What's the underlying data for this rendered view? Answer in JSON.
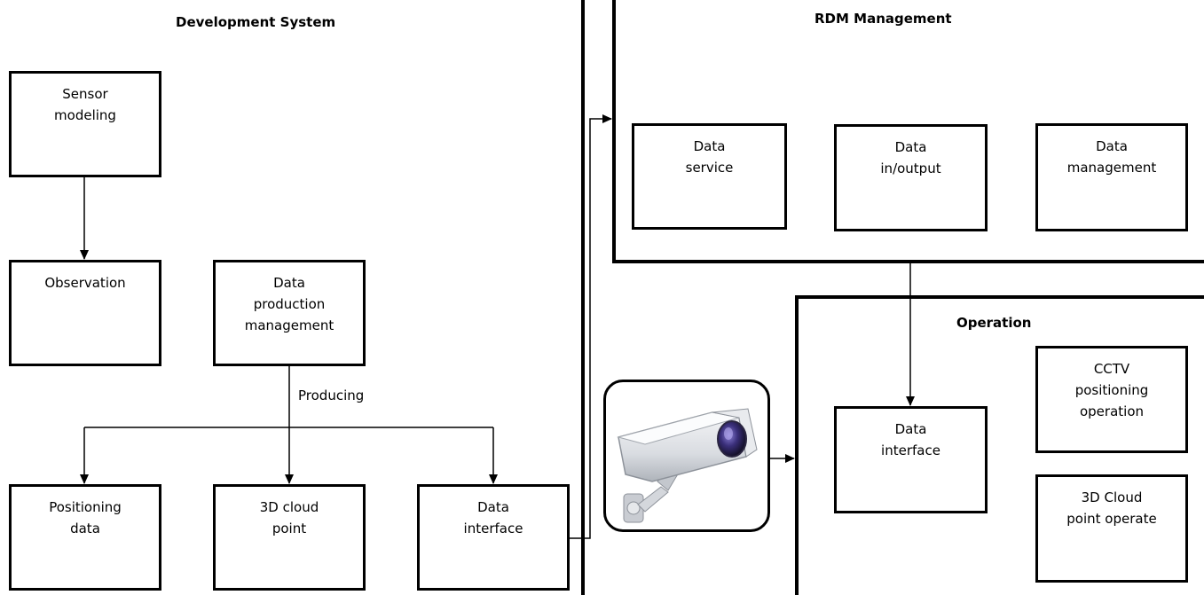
{
  "development": {
    "title": "Development System",
    "sensor_modeling": [
      "Sensor",
      "modeling"
    ],
    "observation": [
      "Observation"
    ],
    "data_production": [
      "Data",
      "production",
      "management"
    ],
    "producing_label": "Producing",
    "positioning_data": [
      "Positioning",
      "data"
    ],
    "cloud_point": [
      "3D cloud",
      "point"
    ],
    "data_interface": [
      "Data",
      "interface"
    ]
  },
  "rdm": {
    "title": "RDM Management",
    "data_service": [
      "Data",
      "service"
    ],
    "data_io": [
      "Data",
      "in/output"
    ],
    "data_management": [
      "Data",
      "management"
    ]
  },
  "operation": {
    "title": "Operation",
    "data_interface": [
      "Data",
      "interface"
    ],
    "cctv_positioning": [
      "CCTV",
      "positioning",
      "operation"
    ],
    "cloud_operate": [
      "3D Cloud",
      "point operate"
    ]
  },
  "icons": {
    "camera": "cctv-camera-icon"
  }
}
